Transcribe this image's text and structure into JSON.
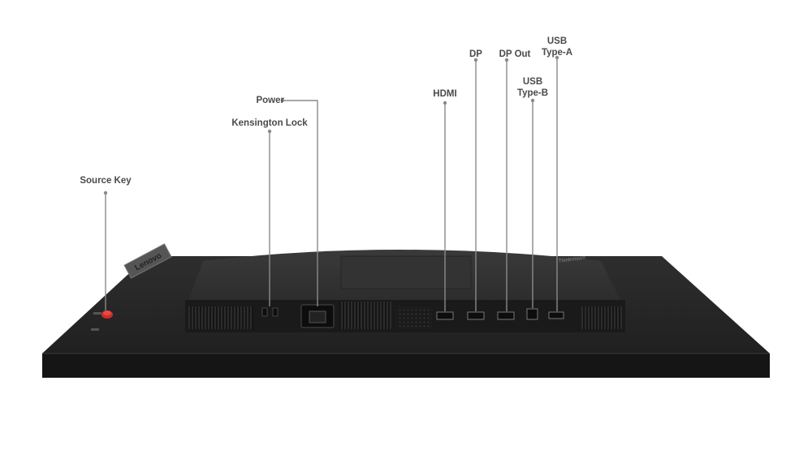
{
  "brand_logo": "Lenovo",
  "bezel_text": "ThinkVision",
  "callouts": [
    {
      "id": "source-key",
      "text": "Source Key"
    },
    {
      "id": "kensington-lock",
      "text": "Kensington Lock"
    },
    {
      "id": "power",
      "text": "Power"
    },
    {
      "id": "hdmi",
      "text": "HDMI"
    },
    {
      "id": "dp",
      "text": "DP"
    },
    {
      "id": "dp-out",
      "text": "DP Out"
    },
    {
      "id": "usb-type-b",
      "line1": "USB",
      "line2": "Type-B"
    },
    {
      "id": "usb-type-a",
      "line1": "USB",
      "line2": "Type-A"
    }
  ],
  "colors": {
    "body": "#1c1c1c",
    "body_top": "#2a2a2a",
    "leader_line": "#8a8a8a",
    "label_text": "#4a4a4a",
    "source_key": "#d42a2a"
  }
}
